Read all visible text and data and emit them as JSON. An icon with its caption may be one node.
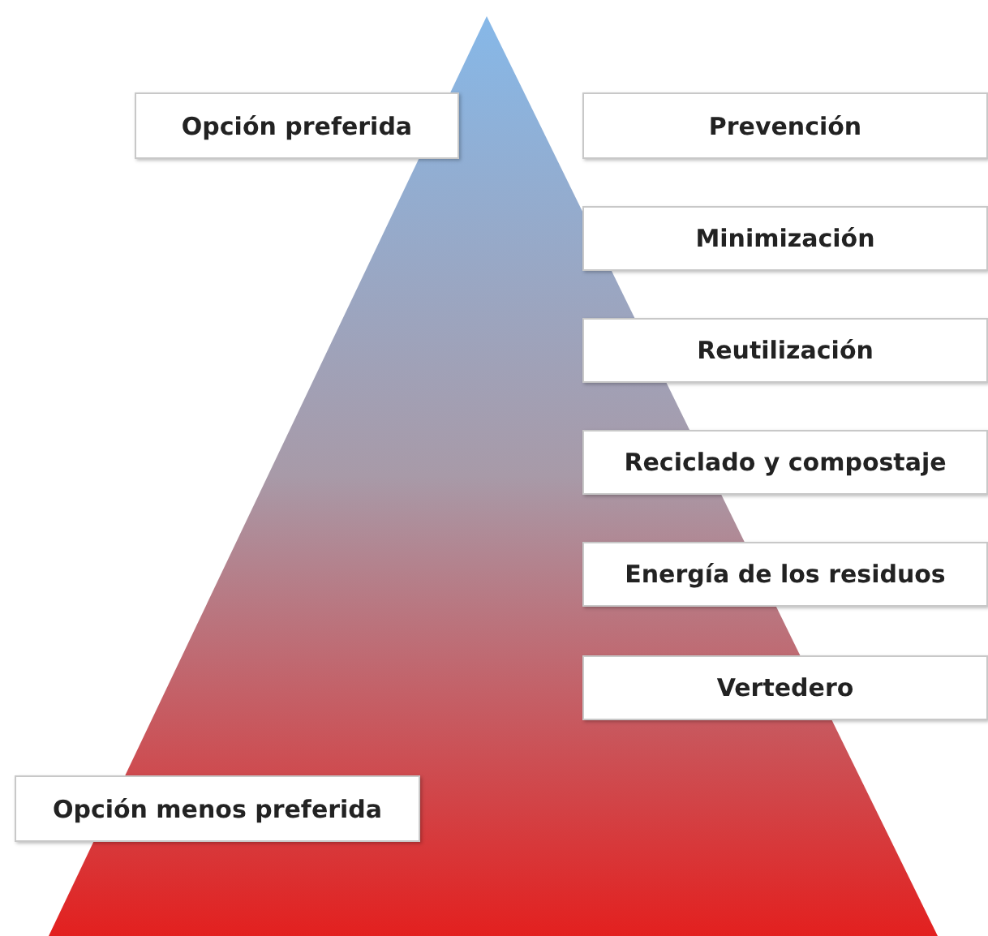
{
  "diagram": {
    "nodes": [
      {
        "text": [
          "Opción preferida"
        ]
      },
      {
        "text": [
          "Prevención"
        ]
      },
      {
        "text": [
          "Minimización"
        ]
      },
      {
        "text": [
          "Reutilización"
        ]
      },
      {
        "text": [
          "Reciclado y compostaje"
        ]
      },
      {
        "text": [
          "Energía de los residuos"
        ]
      },
      {
        "text": [
          "Vertedero"
        ]
      },
      {
        "text": [
          "Opción menos preferida"
        ]
      }
    ]
  }
}
